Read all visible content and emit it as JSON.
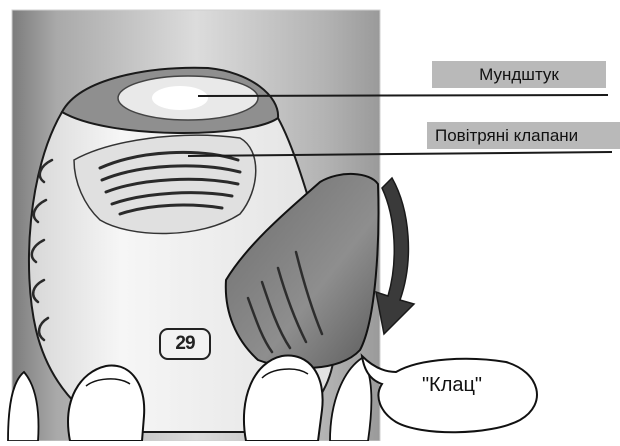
{
  "labels": {
    "mouthpiece": "Мундштук",
    "air_valves": "Повітряні клапани",
    "click_sound": "\"Клац\""
  },
  "device": {
    "dose_counter": "29"
  }
}
